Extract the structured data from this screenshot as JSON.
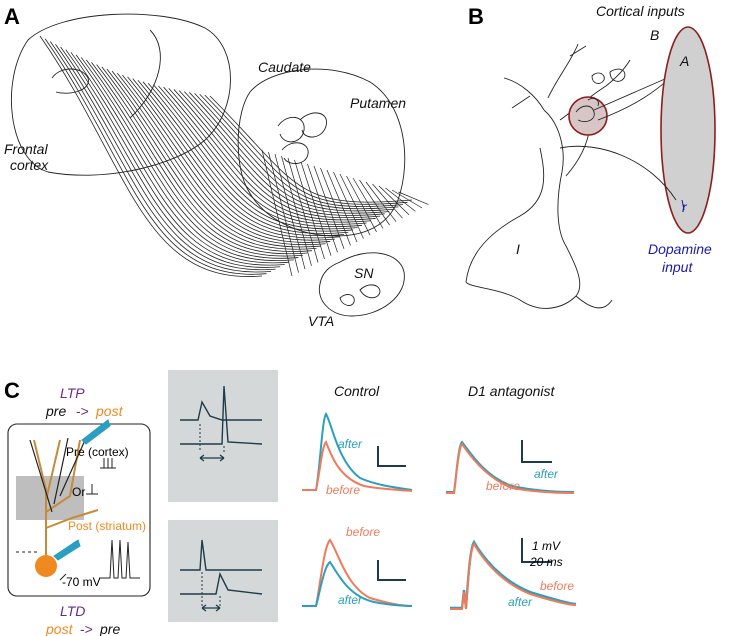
{
  "panels": {
    "a": {
      "letter": "A",
      "frontal_cortex": [
        "Frontal",
        "cortex"
      ],
      "caudate": "Caudate",
      "putamen": "Putamen",
      "sn": "SN",
      "vta": "VTA"
    },
    "b": {
      "letter": "B",
      "cortical_inputs": "Cortical inputs",
      "label_b": "B",
      "label_a": "A",
      "label_i": "I",
      "label_r": "r",
      "dopamine_input": [
        "Dopamine",
        "input"
      ]
    },
    "c": {
      "letter": "C",
      "ltp": "LTP",
      "ltp_pre": "pre",
      "ltp_arrow": "->",
      "ltp_post": "post",
      "pre_cortex": "Pre (cortex)",
      "or": "Or",
      "post_striatum": "Post (striatum)",
      "voltage": "-70 mV",
      "ltd": "LTD",
      "ltd_post": "post",
      "ltd_arrow": "->",
      "ltd_pre": "pre",
      "control": "Control",
      "d1_antagonist": "D1 antagonist",
      "after": "after",
      "before": "before",
      "scale_mv": "1 mV",
      "scale_ms": "20 ms"
    }
  },
  "colors": {
    "after": "#2a9fbf",
    "before": "#f07a5a",
    "purple": "#6a2a8a",
    "orange": "#f08a20",
    "dopamine": "#1a1aa8",
    "gray_box": "#d4d8d8",
    "ellipse_fill": "#d0d0d0",
    "ellipse_stroke": "#8b1e1e",
    "trace_dark": "#1f3a4a"
  }
}
